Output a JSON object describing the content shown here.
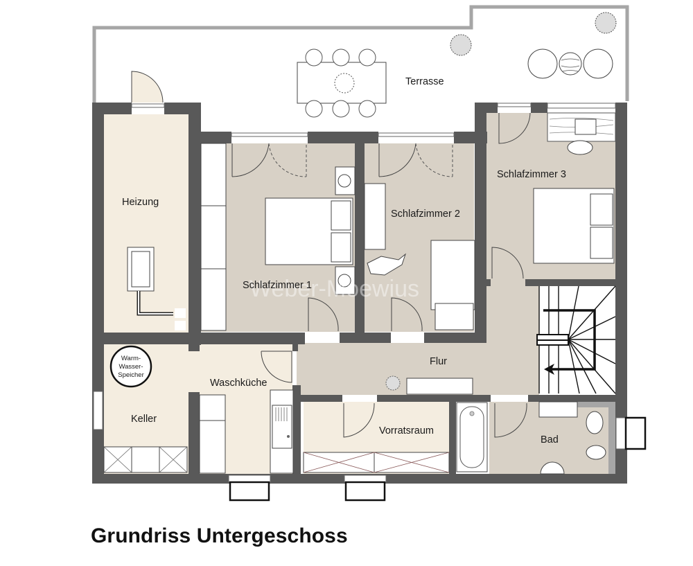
{
  "title": "Grundriss Untergeschoss",
  "watermark": "Weber-Moewius",
  "colors": {
    "wall": "#595959",
    "terrace_border": "#a6a6a6",
    "floor_cream": "#f4ede0",
    "floor_grey": "#d8d1c6",
    "background": "#ffffff"
  },
  "rooms": {
    "terrasse": "Terrasse",
    "heizung": "Heizung",
    "schlafzimmer1": "Schlafzimmer 1",
    "schlafzimmer2": "Schlafzimmer 2",
    "schlafzimmer3": "Schlafzimmer 3",
    "flur": "Flur",
    "waschkueche": "Waschküche",
    "keller": "Keller",
    "vorratsraum": "Vorratsraum",
    "bad": "Bad"
  },
  "fixtures": {
    "warmwasserspeicher": [
      "Warm-",
      "Wasser-",
      "Speicher"
    ]
  }
}
